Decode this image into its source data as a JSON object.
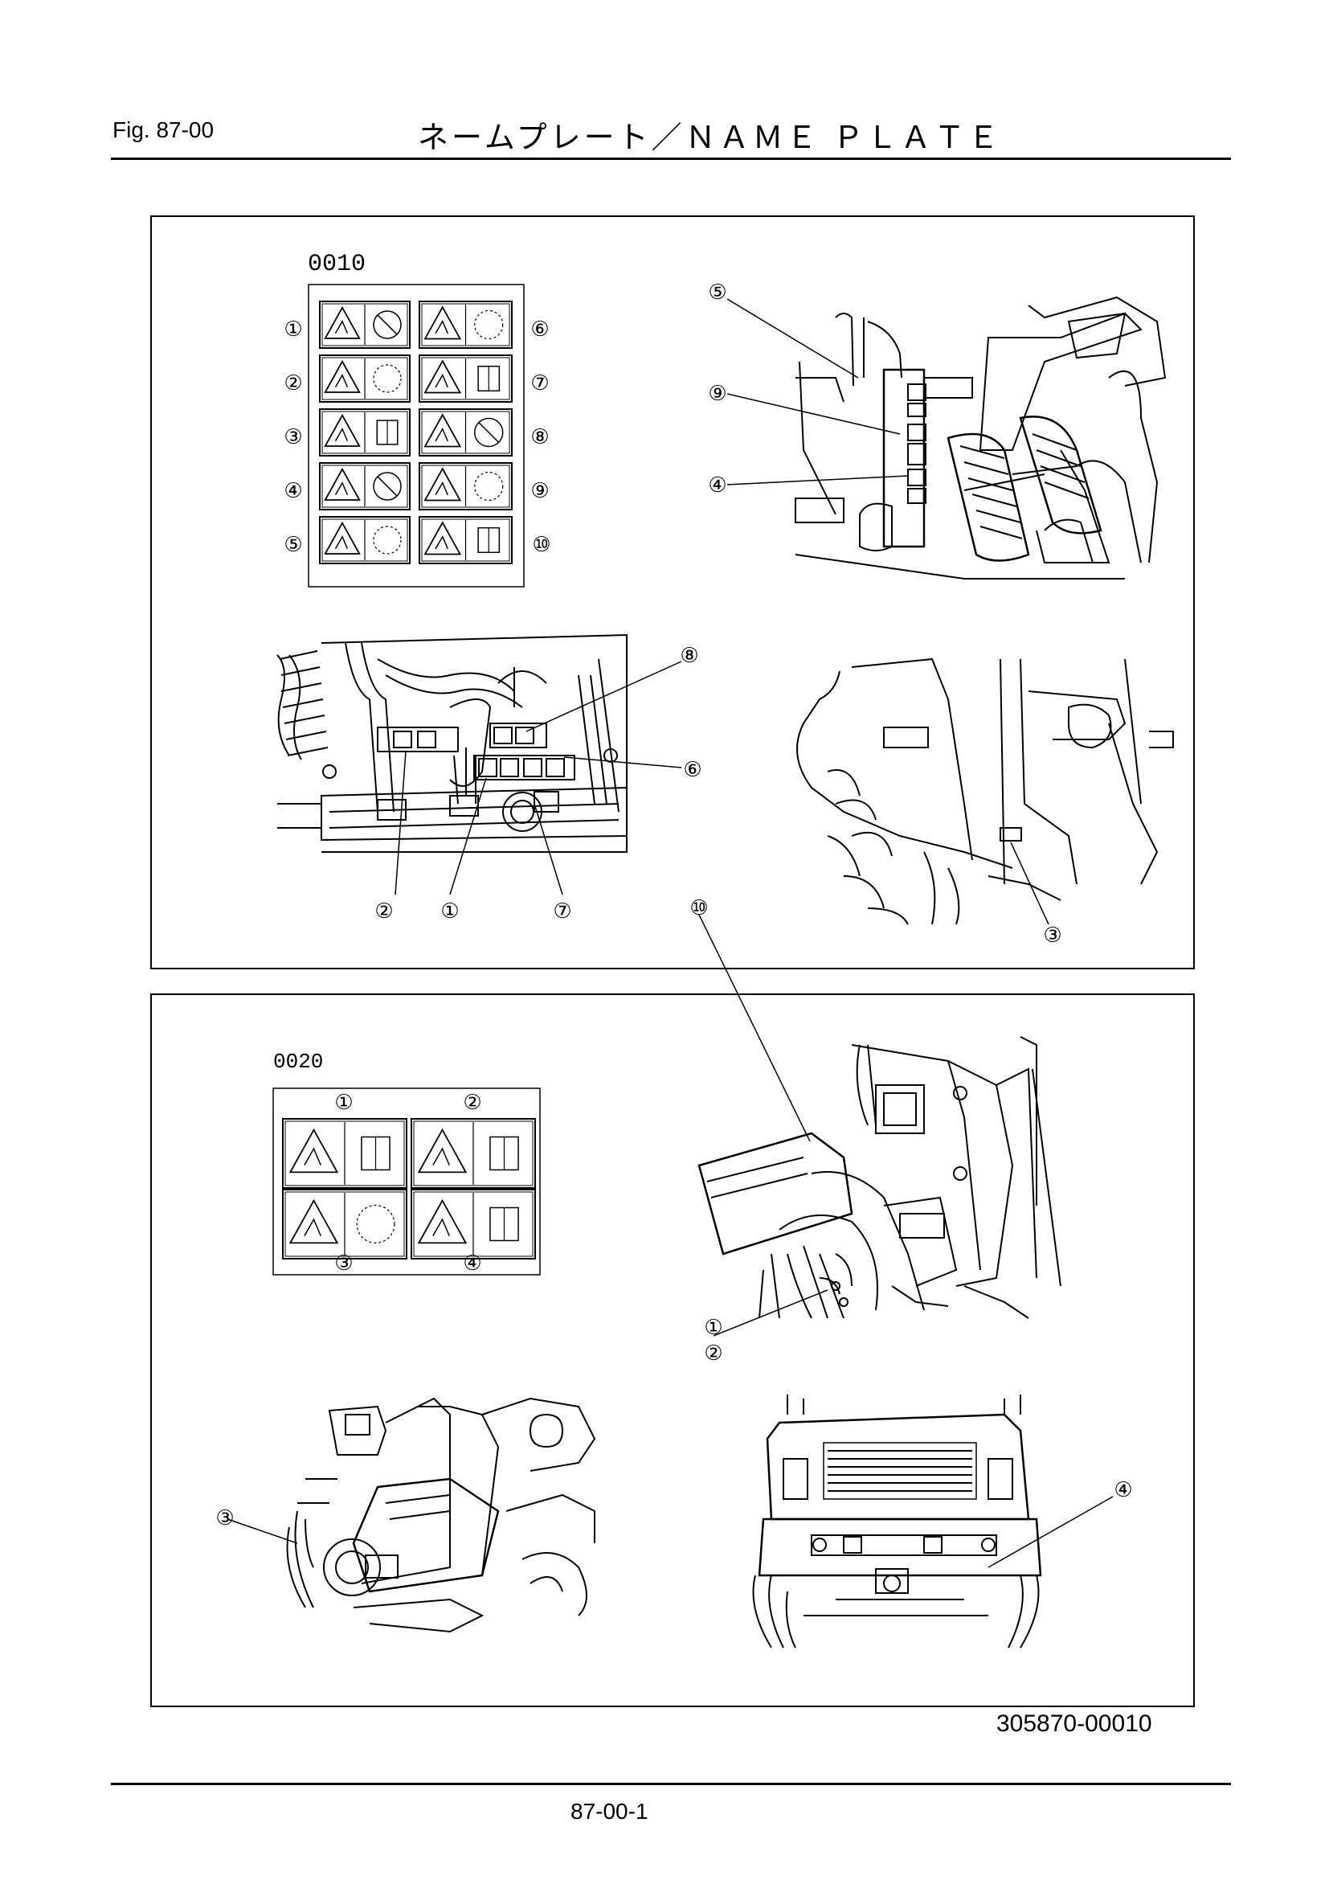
{
  "header": {
    "fig": "Fig.  87-00",
    "title": "ネームプレート／ＮＡＭＥ ＰＬＡＴＥ"
  },
  "section1": {
    "part_no": "0010",
    "sheet_left": [
      "①",
      "②",
      "③",
      "④",
      "⑤"
    ],
    "sheet_right": [
      "⑥",
      "⑦",
      "⑧",
      "⑨",
      "⑩"
    ]
  },
  "section2": {
    "part_no": "0020",
    "sheet_top": [
      "①",
      "②"
    ],
    "sheet_bottom": [
      "③",
      "④"
    ]
  },
  "callouts": {
    "pedals": [
      "⑤",
      "⑨",
      "④"
    ],
    "engine": [
      "⑧",
      "⑥",
      "②",
      "①",
      "⑦"
    ],
    "fender": [
      "③"
    ],
    "boom_top": [
      "⑩"
    ],
    "boom_side": [
      "①",
      "②"
    ],
    "rear_left": [
      "③"
    ],
    "rear_right": [
      "④"
    ]
  },
  "footer": {
    "drawing_no": "305870-00010",
    "page": "87-00-1"
  }
}
